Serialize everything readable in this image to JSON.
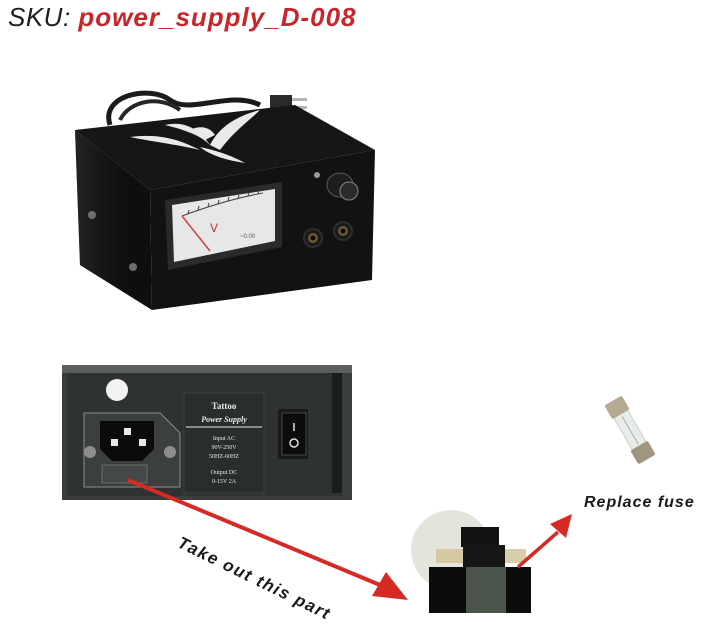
{
  "header": {
    "sku_label": "SKU:",
    "sku_value": "power_supply_D-008"
  },
  "colors": {
    "sku_red": "#c8262c",
    "arrow_red": "#d62a25",
    "text_dark": "#1a1a1a"
  },
  "product_front_photo": {
    "description": "Black tattoo power supply box with tribal logo, analog voltmeter, adjustment knob and two jack sockets",
    "meter_unit": "V"
  },
  "rear_panel_photo": {
    "label_title": "Tattoo",
    "label_subtitle": "Power Supply",
    "input_heading": "Input AC",
    "input_voltage": "90V-250V",
    "input_frequency": "50HZ-60HZ",
    "output_heading": "Output DC",
    "output_rating": "0-15V 2A",
    "switch_on_symbol": "I",
    "switch_off_symbol": "O"
  },
  "annotations": {
    "take_out": "Take out this part",
    "replace_fuse": "Replace fuse"
  },
  "fuse_holder_photo": {
    "description": "Fuse drawer removed from power inlet, containing glass fuse"
  },
  "fuse_photo": {
    "description": "Glass cartridge fuse"
  }
}
